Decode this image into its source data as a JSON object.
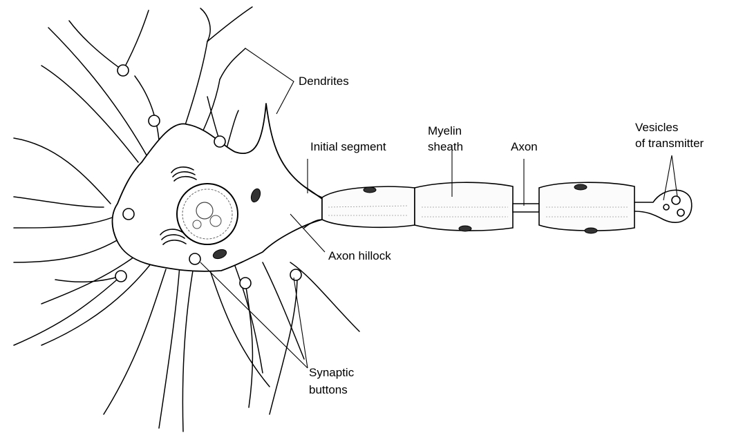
{
  "labels": {
    "dendrites": "Dendrites",
    "initial_segment": "Initial segment",
    "myelin_sheath_line1": "Myelin",
    "myelin_sheath_line2": "sheath",
    "axon": "Axon",
    "vesicles_line1": "Vesicles",
    "vesicles_line2": "of transmitter",
    "axon_hillock": "Axon hillock",
    "synaptic_buttons_line1": "Synaptic",
    "synaptic_buttons_line2": "buttons"
  },
  "colors": {
    "line": "#000000",
    "background": "#ffffff"
  }
}
